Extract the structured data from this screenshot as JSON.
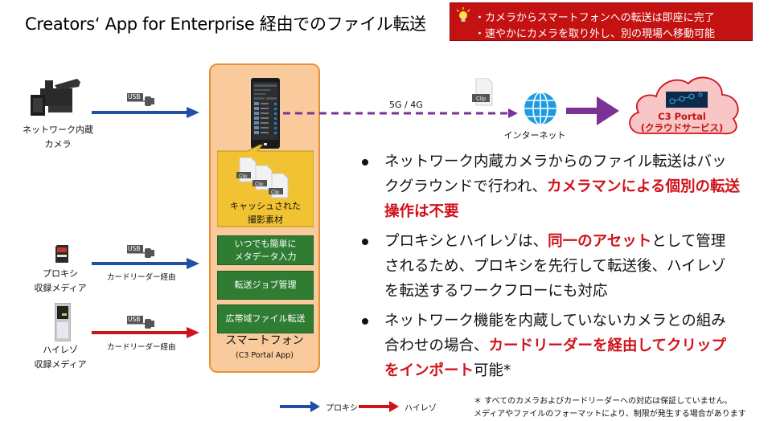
{
  "title": "Creators‘ App for Enterprise 経由でのファイル転送",
  "tip": {
    "icon": "lightbulb-icon",
    "lines": [
      "・カメラからスマートフォンへの転送は即座に完了",
      "・速やかにカメラを取り外し、別の現場へ移動可能"
    ],
    "bg_color": "#c41212"
  },
  "sources": {
    "camera": {
      "label_line1": "ネットワーク内蔵",
      "label_line2": "カメラ",
      "usb_tag": "USB"
    },
    "proxy": {
      "label_line1": "プロキシ",
      "label_line2": "収録メディア",
      "usb_tag": "USB",
      "conn_label": "カードリーダー経由"
    },
    "hires": {
      "label_line1": "ハイレゾ",
      "label_line2": "収録メディア",
      "usb_tag": "USB",
      "conn_label": "カードリーダー経由"
    }
  },
  "smartphone": {
    "cache_clip_label": "Clip",
    "cache_label_line1": "キャッシュされた",
    "cache_label_line2": "撮影素材",
    "features": [
      {
        "line1": "いつでも簡単に",
        "line2": "メタデータ入力"
      },
      {
        "line1": "転送ジョブ管理",
        "line2": ""
      },
      {
        "line1": "広帯域ファイル転送",
        "line2": ""
      }
    ],
    "label": "スマートフォン",
    "sublabel": "(C3 Portal App)"
  },
  "network": {
    "link_label": "5G / 4G",
    "clip_label": "Clip",
    "internet_label": "インターネット"
  },
  "cloud": {
    "title": "C3 Portal",
    "subtitle": "(クラウドサービス)"
  },
  "bullets": [
    {
      "parts": [
        {
          "text": "ネットワーク内蔵カメラからのファイル転送はバックグラウンドで行われ、",
          "emph": false
        },
        {
          "text": "カメラマンによる個別の転送操作は不要",
          "emph": true
        }
      ]
    },
    {
      "parts": [
        {
          "text": "プロキシとハイレゾは、",
          "emph": false
        },
        {
          "text": "同一のアセット",
          "emph": true
        },
        {
          "text": "として管理されるため、プロキシを先行して転送後、ハイレゾを転送するワークフローにも対応",
          "emph": false
        }
      ]
    },
    {
      "parts": [
        {
          "text": "ネットワーク機能を内蔵していないカメラとの組み合わせの場合、",
          "emph": false
        },
        {
          "text": "カードリーダーを経由してクリップをインポート",
          "emph": true
        },
        {
          "text": "可能*",
          "emph": false
        }
      ]
    }
  ],
  "legend": {
    "proxy_label": "プロキシ",
    "proxy_color": "#1f4fa6",
    "hires_label": "ハイレゾ",
    "hires_color": "#d0121b"
  },
  "footnote": {
    "line1": "＊ すべてのカメラおよびカードリーダーへの対応は保証していません。",
    "line2": "メディアやファイルのフォーマットにより、制限が発生する場合があります"
  },
  "colors": {
    "network_arrow": "#7b3294",
    "panel_bg": "#f9cb9c",
    "panel_border": "#e69138",
    "feature_green": "#2e7d32",
    "cache_yellow": "#f1c232",
    "cloud_fill": "#f8c6c6",
    "cloud_border": "#d0121b"
  }
}
